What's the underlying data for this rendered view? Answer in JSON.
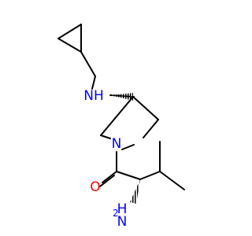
{
  "molecule": {
    "atoms": {
      "nh_secondary": "NH",
      "n_ring": "N",
      "o_carbonyl": "O",
      "nh2_n": "H",
      "nh2_h": "N",
      "nh2_sub": "2"
    },
    "colors": {
      "bond": "#000000",
      "nitrogen": "#0000ff",
      "oxygen": "#ff0000"
    }
  }
}
